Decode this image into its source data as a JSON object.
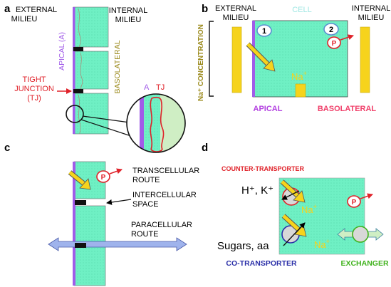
{
  "colors": {
    "cell": "#6ff0c4",
    "apical": "#a15ce8",
    "yellow": "#f6d31c",
    "red": "#e0222a",
    "olive": "#9b8a1c",
    "teal_text": "#9fe7e3",
    "pink": "#f0406a",
    "purple_text": "#b23fe0",
    "blue_arrow": "#9fb3ec",
    "green": "#3fb21c",
    "navy": "#2a2fa8",
    "light_green": "#cfeec4",
    "gray_circle": "#d8d8d8"
  },
  "panel_a": {
    "letter": "a",
    "external_milieu_line1": "EXTERNAL",
    "external_milieu_line2": "MILIEU",
    "internal_milieu_line1": "INTERNAL",
    "internal_milieu_line2": "MILIEU",
    "apical_label": "APICAL (A)",
    "basolateral_label": "BASOLATERAL",
    "tight_junction_line1": "TIGHT",
    "tight_junction_line2": "JUNCTION",
    "tight_junction_line3": "(TJ)",
    "zoom_a_label": "A",
    "zoom_tj_label": "TJ"
  },
  "panel_b": {
    "letter": "b",
    "external_milieu_line1": "EXTERNAL",
    "external_milieu_line2": "MILIEU",
    "cell_label": "CELL",
    "internal_milieu_line1": "INTERNAL",
    "internal_milieu_line2": "MILIEU",
    "concentration_label": "Na⁺ CONCENTRATION",
    "step1": "1",
    "step2": "2",
    "p_label": "P",
    "na_label": "Na",
    "na_sup": "+",
    "apical_label": "APICAL",
    "basolateral_label": "BASOLATERAL"
  },
  "panel_c": {
    "letter": "c",
    "p_label": "P",
    "transcellular_line1": "TRANSCELLULAR",
    "transcellular_line2": "ROUTE",
    "intercellular_line1": "INTERCELLULAR",
    "intercellular_line2": "SPACE",
    "paracellular_line1": "PARACELLULAR",
    "paracellular_line2": "ROUTE"
  },
  "panel_d": {
    "letter": "d",
    "counter_transporter": "COUNTER-TRANSPORTER",
    "ions_label": "H⁺, K⁺",
    "na_top": "Na",
    "na_top_sup": "+",
    "na_bottom": "Na",
    "na_bottom_sup": "+",
    "p_label": "P",
    "sugars_label": "Sugars, aa",
    "co_transporter": "CO-TRANSPORTER",
    "exchanger": "EXCHANGER"
  }
}
